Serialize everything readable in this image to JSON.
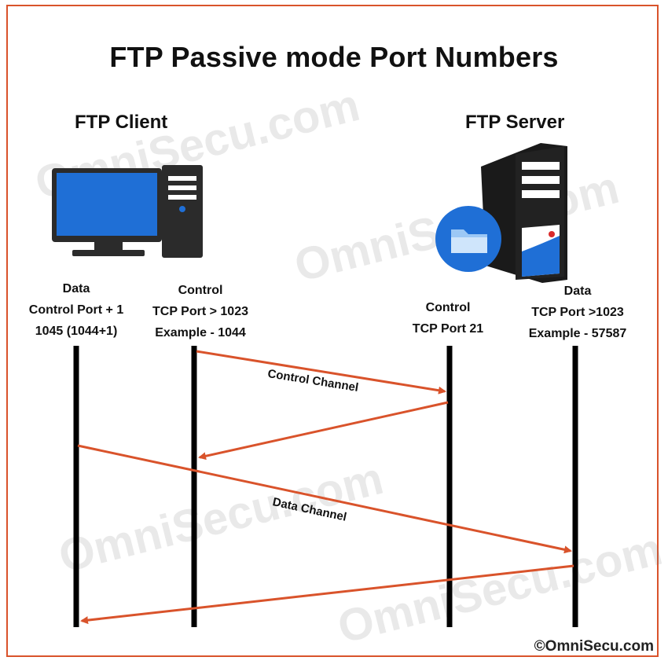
{
  "title": "FTP Passive mode Port Numbers",
  "client": {
    "heading": "FTP Client",
    "data_label": [
      "Data",
      "Control Port + 1",
      "1045 (1044+1)"
    ],
    "control_label": [
      "Control",
      "TCP Port > 1023",
      "Example - 1044"
    ]
  },
  "server": {
    "heading": "FTP Server",
    "control_label": [
      "Control",
      "TCP Port 21"
    ],
    "data_label": [
      "Data",
      "TCP Port >1023",
      "Example - 57587"
    ]
  },
  "channels": {
    "control": "Control Channel",
    "data": "Data Channel"
  },
  "watermark": "OmniSecu.com",
  "copyright": "©OmniSecu.com",
  "colors": {
    "arrow": "#d9532b",
    "border": "#d9532b",
    "monitor_screen": "#1f6fd6",
    "device_body": "#2b2b2b"
  }
}
